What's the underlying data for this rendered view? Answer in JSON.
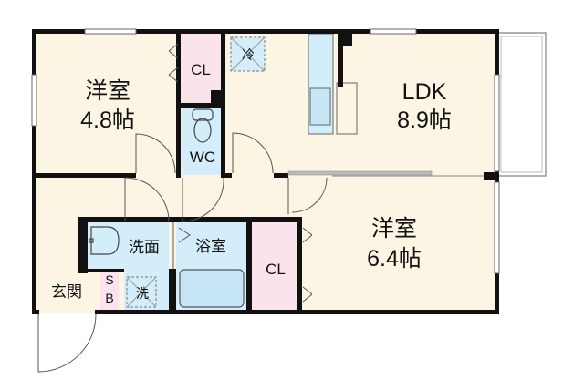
{
  "rooms": {
    "western_room_1": {
      "name": "洋室",
      "size": "4.8帖"
    },
    "ldk": {
      "name": "LDK",
      "size": "8.9帖"
    },
    "western_room_2": {
      "name": "洋室",
      "size": "6.4帖"
    },
    "closet_1": {
      "name": "CL"
    },
    "closet_2": {
      "name": "CL"
    },
    "toilet": {
      "name": "WC"
    },
    "refrigerator": {
      "name": "冷"
    },
    "washroom": {
      "name": "洗面"
    },
    "bathroom": {
      "name": "浴室"
    },
    "entrance": {
      "name": "玄関"
    },
    "shoe_box": {
      "line1": "S",
      "line2": "B"
    },
    "washing_machine": {
      "name": "洗"
    }
  },
  "colors": {
    "room": "#fdf5e4",
    "wet": "#d3eefa",
    "closet": "#fbe3ec",
    "wall": "#111111"
  }
}
